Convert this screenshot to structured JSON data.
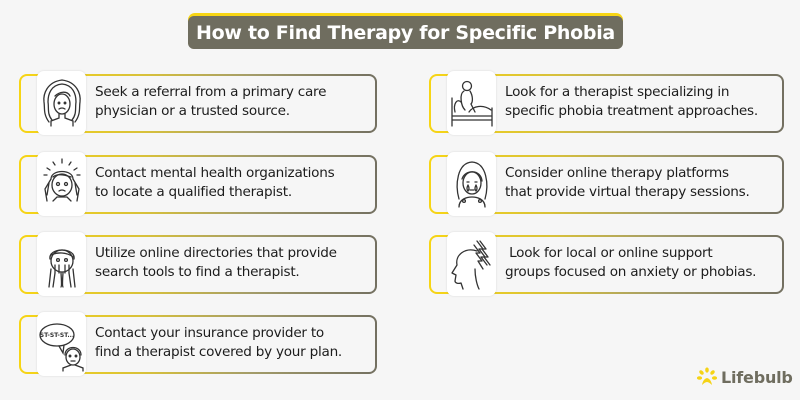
{
  "title": "How to Find Therapy for Specific Phobia",
  "colors": {
    "accent_yellow": "#f7d514",
    "title_bg": "#6f6d5f",
    "border_end": "#737061",
    "background": "#f6f6f6"
  },
  "left_column": [
    {
      "icon": "woman-wavy-hair-worried-icon",
      "line1": "Seek a referral from a primary care",
      "line2": "physician or a trusted source."
    },
    {
      "icon": "stressed-person-holding-head-icon",
      "line1": "Contact mental health organizations",
      "line2": "to locate a qualified therapist."
    },
    {
      "icon": "person-covering-mouth-icon",
      "line1": "Utilize online directories that provide",
      "line2": "search tools to find a therapist."
    },
    {
      "icon": "stuttering-speech-bubble-icon",
      "line1": "Contact your insurance provider to",
      "line2": "find a therapist covered by your plan.",
      "bubble_text": "ST-ST-ST..."
    }
  ],
  "right_column": [
    {
      "icon": "person-in-bed-icon",
      "line1": "Look for a therapist specializing in",
      "line2": "specific phobia treatment approaches."
    },
    {
      "icon": "crying-woman-icon",
      "line1": "Consider online therapy platforms",
      "line2": "that provide virtual therapy sessions."
    },
    {
      "icon": "head-lightning-icon",
      "line1": " Look for local or online support",
      "line2": "groups focused on anxiety or phobias."
    }
  ],
  "logo": {
    "text": "Lifebulb",
    "icon": "lifebulb-sun-icon"
  }
}
